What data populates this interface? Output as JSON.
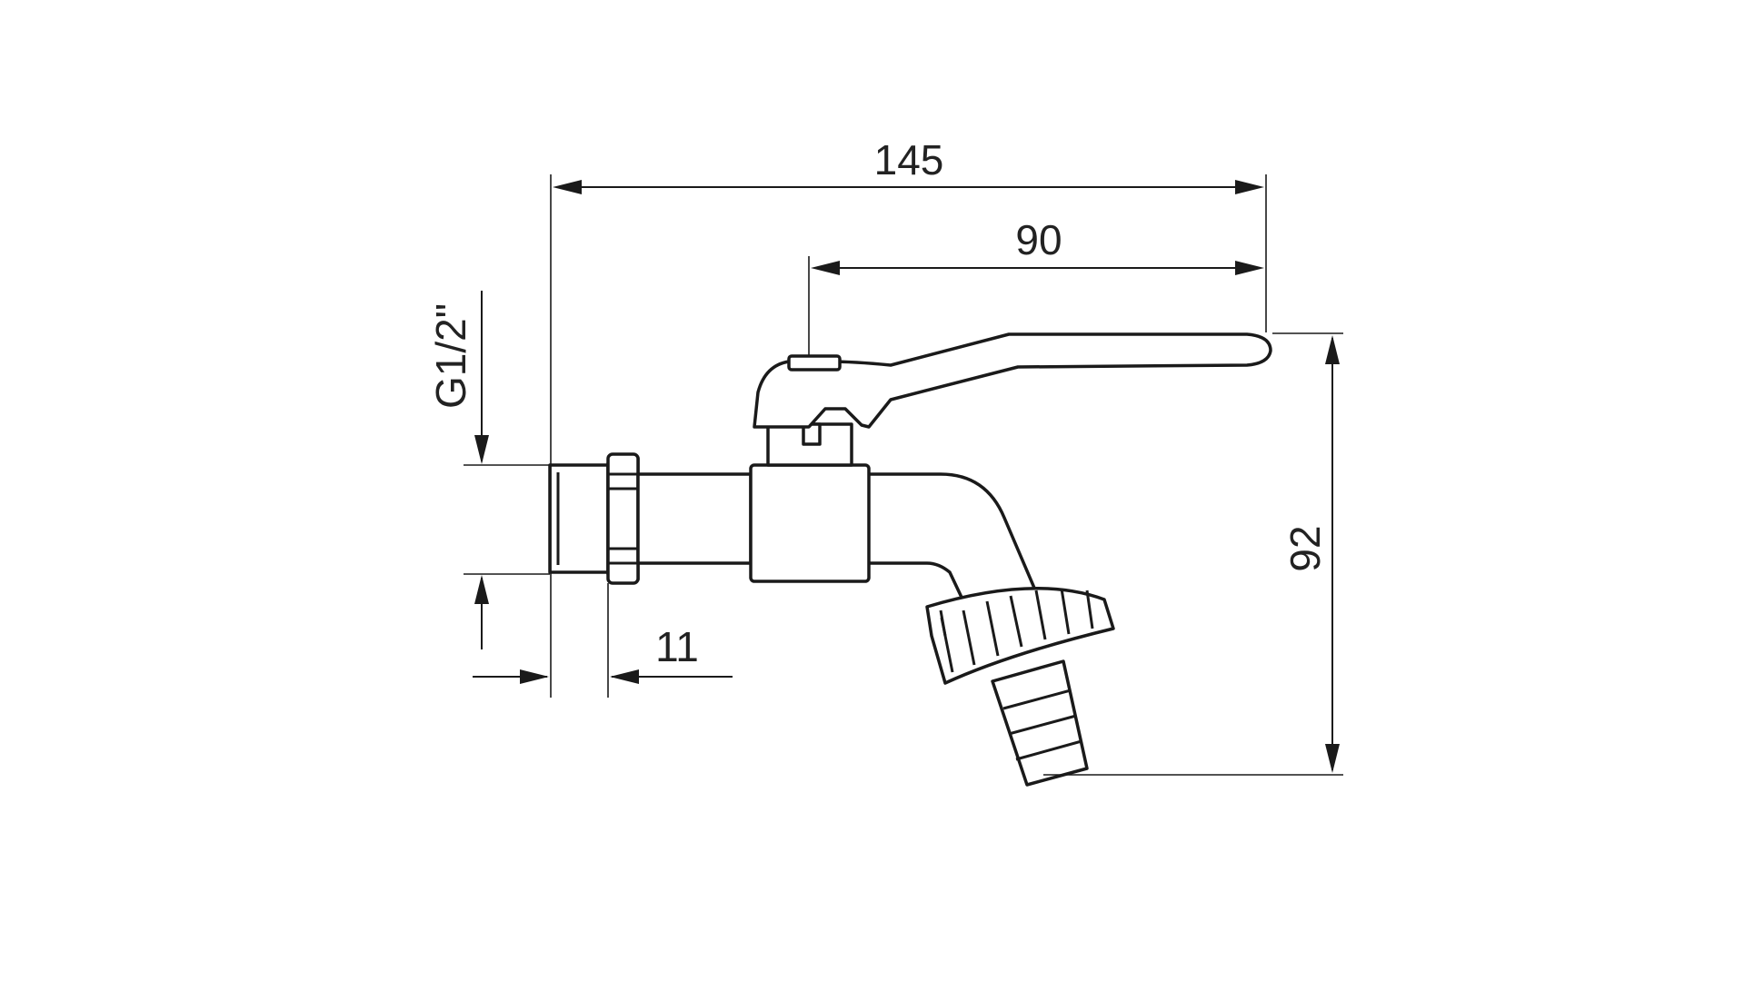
{
  "dimensions": {
    "overall_length": "145",
    "handle_length": "90",
    "height": "92",
    "thread_length": "11",
    "thread_size": "G1/2\""
  },
  "colors": {
    "line": "#1a1a1a",
    "text": "#222222",
    "background": "#ffffff"
  }
}
